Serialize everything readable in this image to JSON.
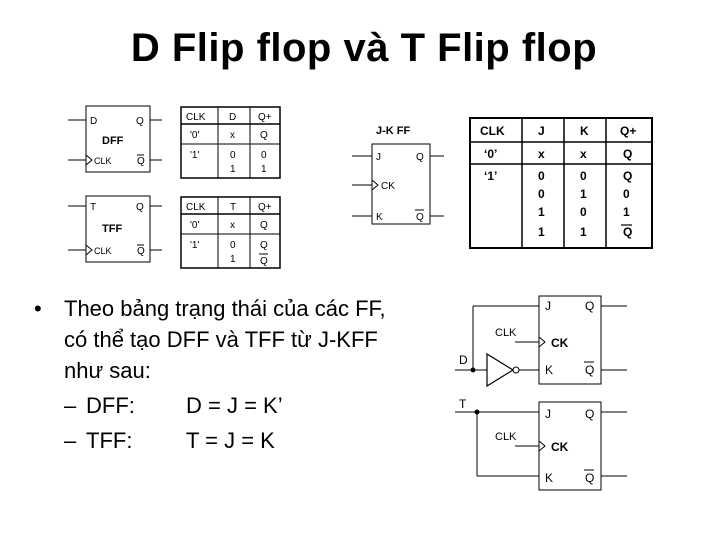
{
  "title": "D Flip flop và T Flip flop",
  "dff_block": {
    "in": "D",
    "out": "Q",
    "name": "DFF",
    "clk": "CLK",
    "qbar": "Q"
  },
  "tff_block": {
    "in": "T",
    "out": "Q",
    "name": "TFF",
    "clk": "CLK",
    "qbar": "Q"
  },
  "dff_table": {
    "headers": [
      "CLK",
      "D",
      "Q+"
    ],
    "rows": [
      [
        "'0'",
        "x",
        "Q"
      ],
      [
        "'1'",
        "0",
        "0"
      ],
      [
        "",
        "1",
        "1"
      ]
    ]
  },
  "tff_table": {
    "headers": [
      "CLK",
      "T",
      "Q+"
    ],
    "rows": [
      [
        "'0'",
        "x",
        "Q"
      ],
      [
        "'1'",
        "0",
        "Q"
      ],
      [
        "",
        "1",
        "Q"
      ]
    ]
  },
  "jk_block": {
    "title": "J-K FF",
    "j": "J",
    "q": "Q",
    "ck": "CK",
    "k": "K",
    "qbar": "Q"
  },
  "jk_table": {
    "headers": [
      "CLK",
      "J",
      "K",
      "Q+"
    ],
    "rows": [
      [
        "‘0’",
        "x",
        "x",
        "Q"
      ],
      [
        "‘1’",
        "0",
        "0",
        "Q"
      ],
      [
        "",
        "0",
        "1",
        "0"
      ],
      [
        "",
        "1",
        "0",
        "1"
      ],
      [
        "",
        "1",
        "1",
        "Q"
      ]
    ]
  },
  "circuit_d": {
    "input": "D",
    "clk": "CLK",
    "j": "J",
    "q": "Q",
    "ck": "CK",
    "k": "K",
    "qbar": "Q"
  },
  "circuit_t": {
    "input": "T",
    "clk": "CLK",
    "j": "J",
    "q": "Q",
    "ck": "CK",
    "k": "K",
    "qbar": "Q"
  },
  "bullets": {
    "main": "Theo bảng trạng thái của các FF, có thể tạo DFF và TFF từ J-KFF như sau:",
    "dot": "•",
    "dash": "–",
    "sub1_key": "DFF:",
    "sub1_val": "D = J = K’",
    "sub2_key": "TFF:",
    "sub2_val": "T = J = K"
  }
}
